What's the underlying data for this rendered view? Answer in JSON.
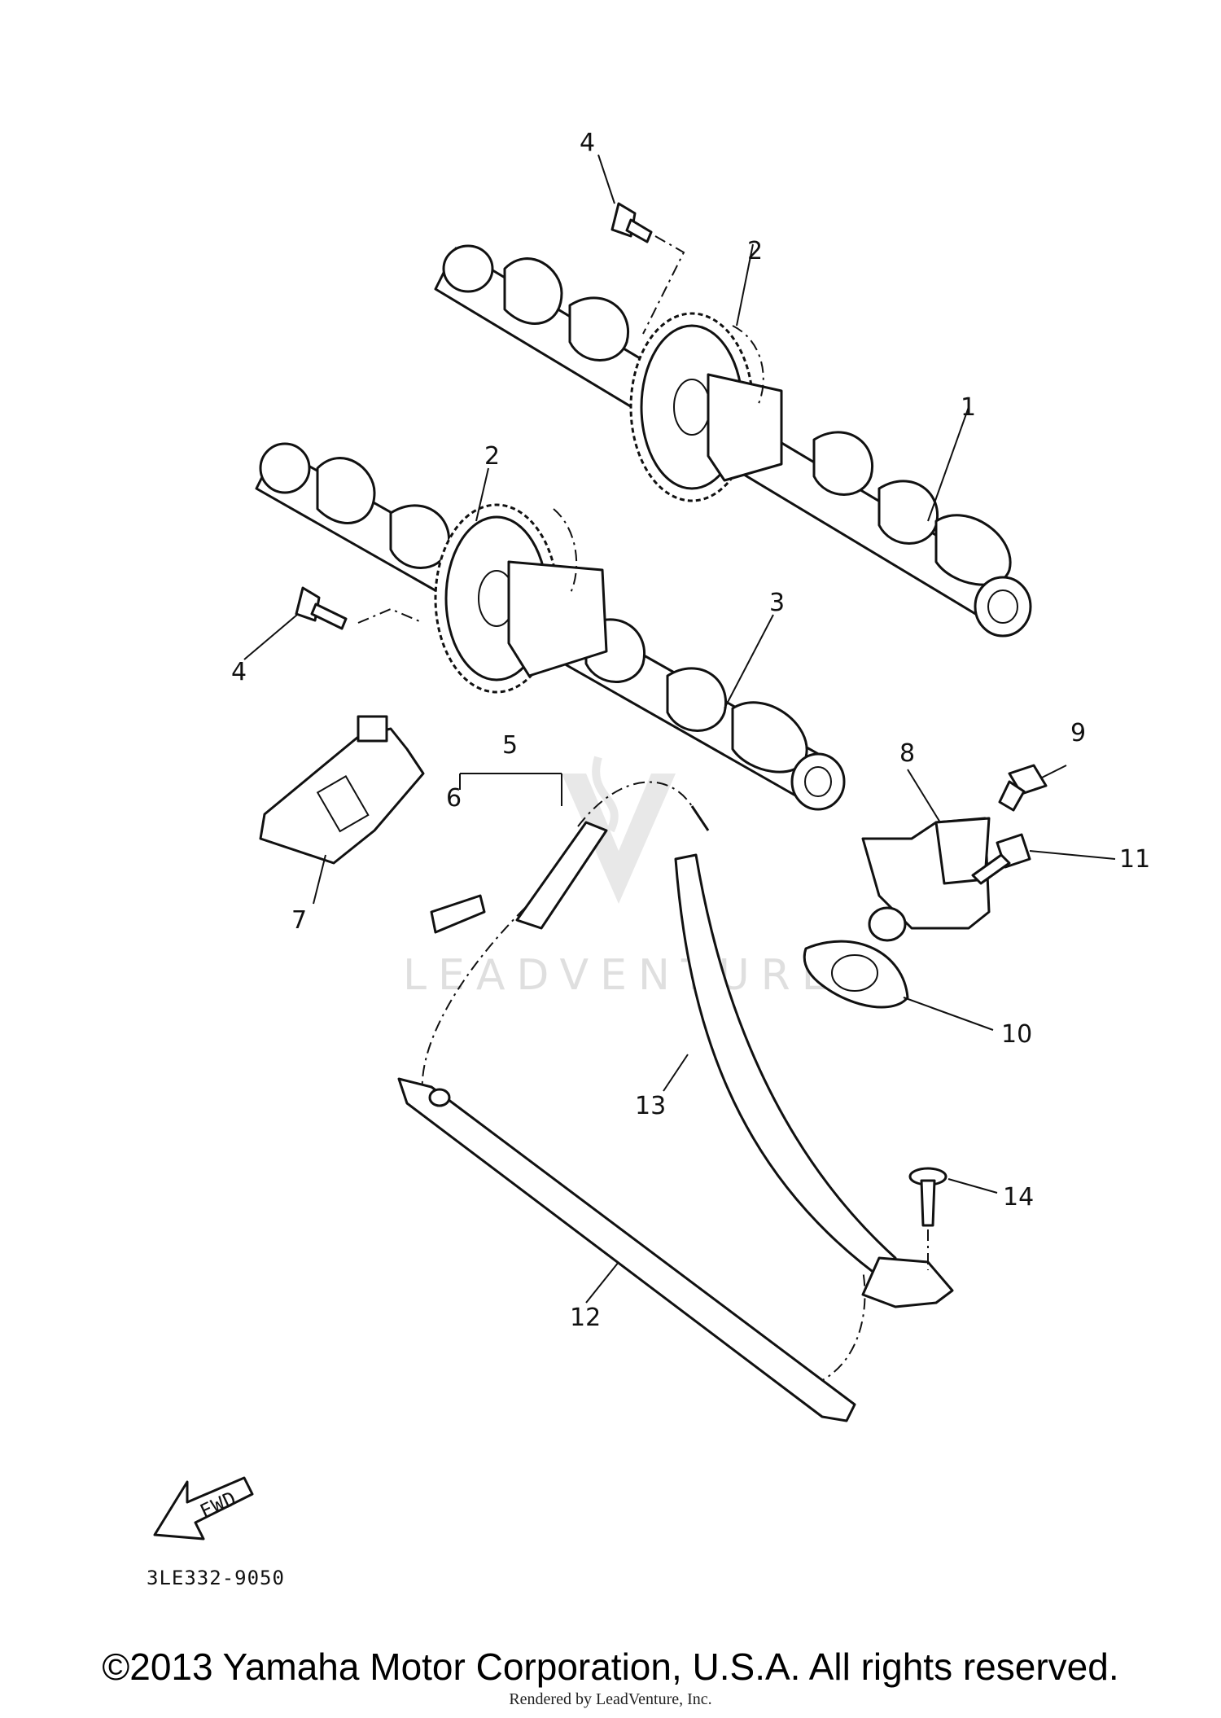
{
  "callouts": {
    "c1": "1",
    "c2a": "2",
    "c2b": "2",
    "c3": "3",
    "c4a": "4",
    "c4b": "4",
    "c5": "5",
    "c6": "6",
    "c7": "7",
    "c8": "8",
    "c9": "9",
    "c10": "10",
    "c11": "11",
    "c12": "12",
    "c13": "13",
    "c14": "14"
  },
  "fwd_label": "FWD",
  "diagram_code": "3LE332-9050",
  "watermark": "LEADVENTURE",
  "copyright": "©2013 Yamaha Motor Corporation, U.S.A. All rights reserved.",
  "rendered_by": "Rendered by LeadVenture, Inc."
}
